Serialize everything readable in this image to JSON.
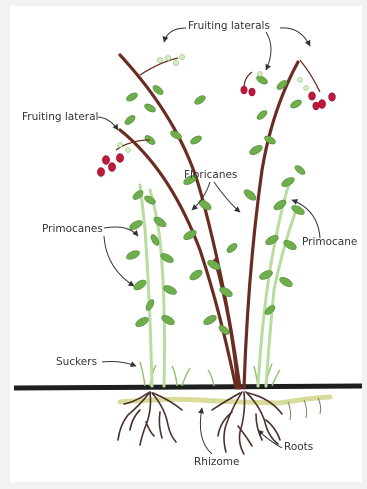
{
  "labels": {
    "fruiting_laterals": "Fruiting laterals",
    "fruiting_lateral": "Fruiting lateral",
    "floricanes": "Floricanes",
    "primocanes": "Primocanes",
    "primocane": "Primocane",
    "suckers": "Suckers",
    "roots": "Roots",
    "rhizome": "Rhizome"
  },
  "colors": {
    "floricane": "#6b2d22",
    "primocane": "#b9dca0",
    "leaf": "#6fae4c",
    "leaf_light": "#9fcf7a",
    "berry": "#c0183c",
    "soil": "#1e1e1e",
    "rhizome": "#d8dc9a",
    "roots": "#4a2f2a"
  }
}
